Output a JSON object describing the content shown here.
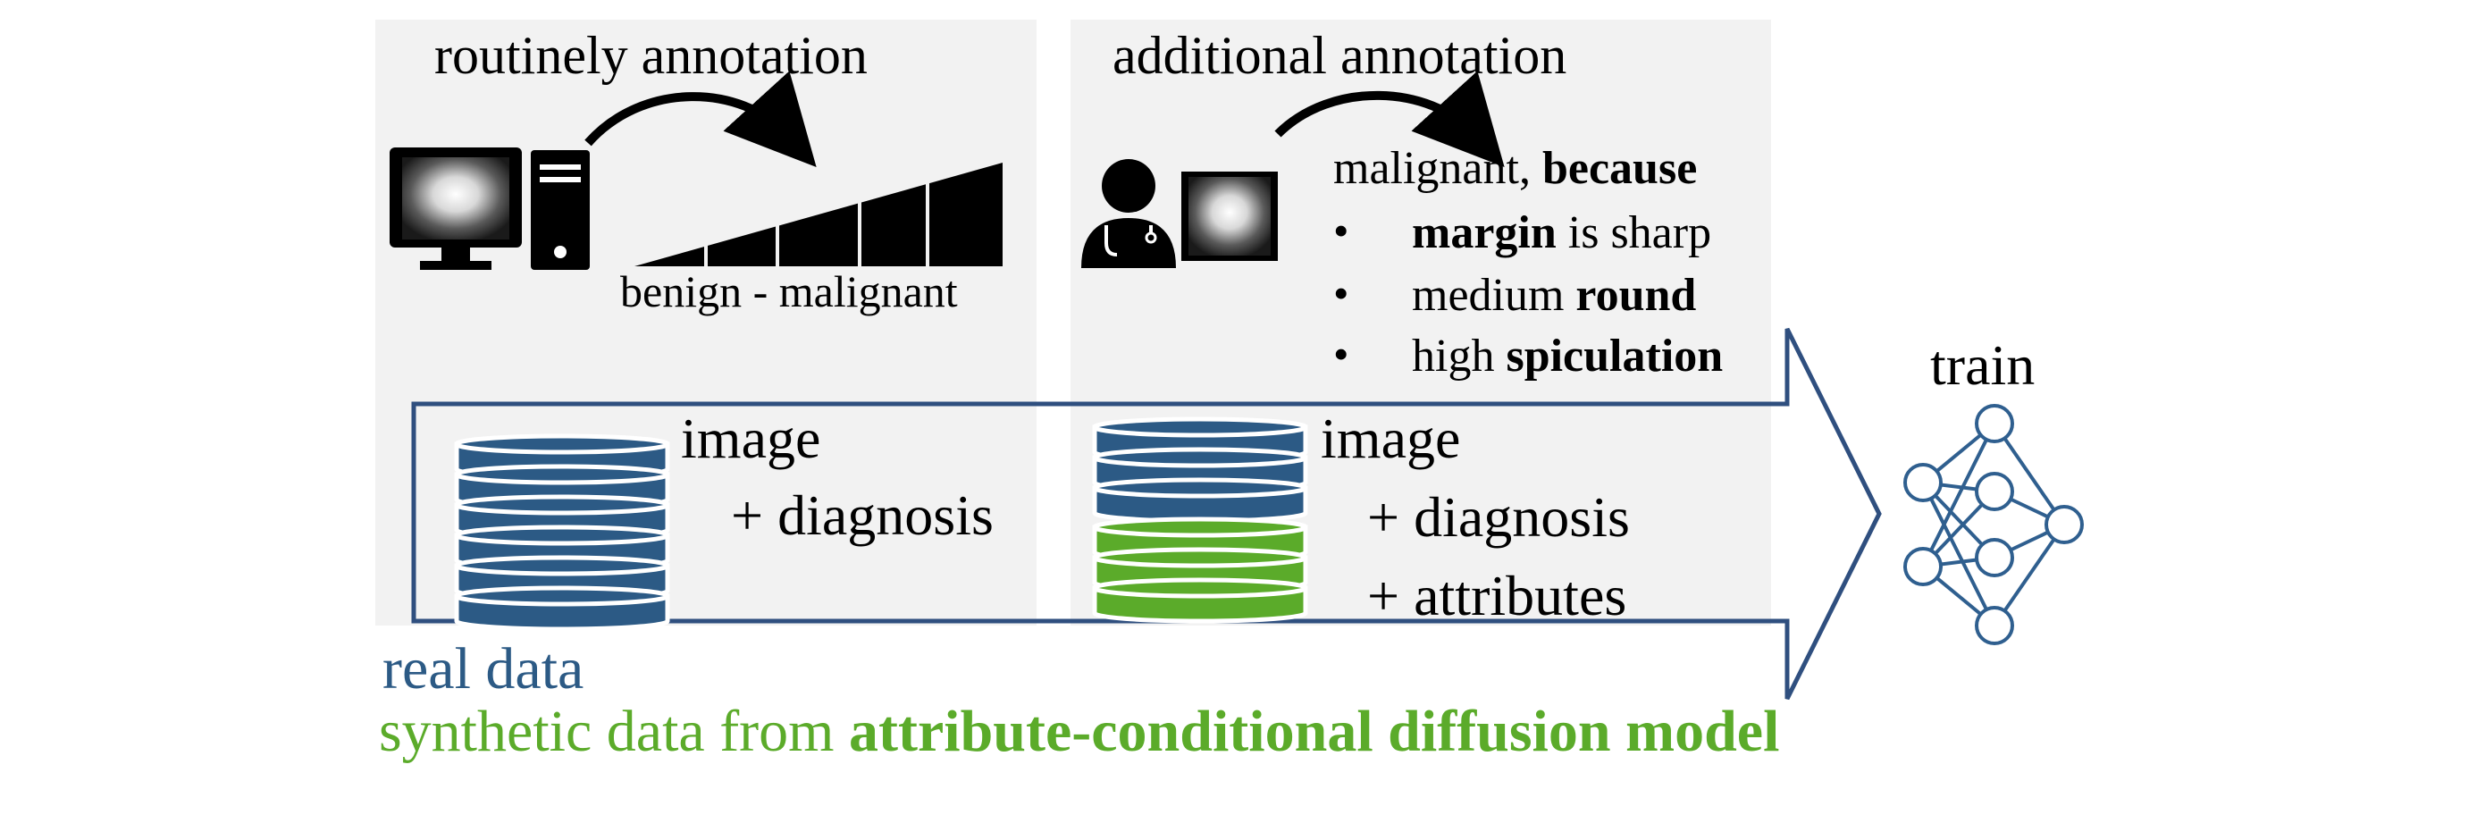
{
  "left_panel": {
    "title": "routinely annotation",
    "scale_label": "benign - malignant",
    "db_label_line1": "image",
    "db_label_line2": "+ diagnosis"
  },
  "right_panel": {
    "title": "additional annotation",
    "explanation": {
      "line1_plain": "malignant, ",
      "line1_bold": "because",
      "bullet": "•",
      "item1_bold": "margin",
      "item1_plain": " is sharp",
      "item2_plain": "medium ",
      "item2_bold": "round",
      "item3_plain": "high ",
      "item3_bold": "spiculation"
    },
    "db_label_line1": "image",
    "db_label_line2": "+ diagnosis",
    "db_label_line3": "+ attributes"
  },
  "train_label": "train",
  "legend": {
    "real": "real data",
    "synthetic_plain": "synthetic data from ",
    "synthetic_bold": "attribute-conditional diffusion model"
  },
  "colors": {
    "panel_bg": "#f2f2f2",
    "real_blue": "#2c5a85",
    "synthetic_green": "#5bab2a",
    "arrow_outline": "#2f4f7f",
    "network": "#2f5f8f",
    "text": "#000000"
  }
}
